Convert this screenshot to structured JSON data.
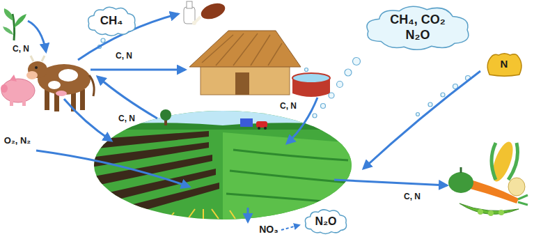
{
  "diagram": {
    "nodes": [
      {
        "text": [
          "CH₄"
        ]
      },
      {
        "text": [
          "CH₄, CO₂ N₂O"
        ]
      },
      {
        "text": [
          "N"
        ]
      },
      {
        "text": [
          "N₂O"
        ]
      }
    ],
    "labels": [
      "C, N",
      "C, N",
      "C, N",
      "C, N",
      "C, N",
      "O₂, N₂",
      "NO₃"
    ]
  }
}
